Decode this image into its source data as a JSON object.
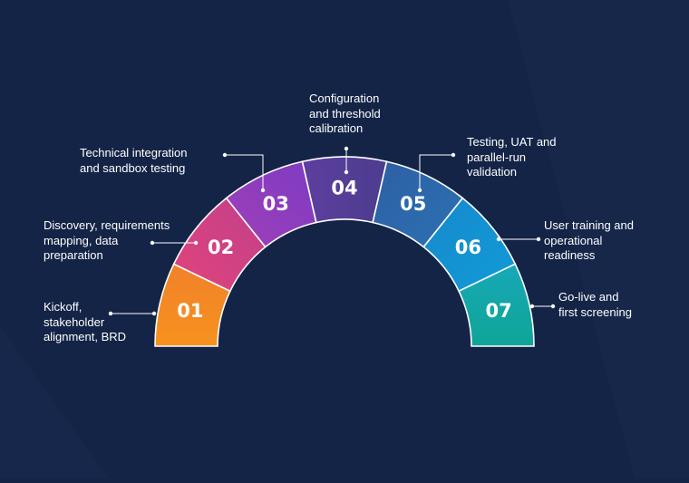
{
  "stages": [
    {
      "number": "01",
      "label": "Kickoff,\nstakeholder\nalignment, BRD",
      "color": "#f68a1f"
    },
    {
      "number": "02",
      "label": "Discovery, requirements\nmapping, data\npreparation",
      "color": "#d53f79"
    },
    {
      "number": "03",
      "label": "Technical integration\nand sandbox testing",
      "color": "#8b3bc0"
    },
    {
      "number": "04",
      "label": "Configuration\nand threshold\ncalibration",
      "color": "#5a3c94"
    },
    {
      "number": "05",
      "label": "Testing, UAT and\nparallel-run\nvalidation",
      "color": "#2a6aa8"
    },
    {
      "number": "06",
      "label": "User training and\noperational\nreadiness",
      "color": "#1191d2"
    },
    {
      "number": "07",
      "label": "Go-live and\nfirst screening",
      "color": "#10a3a0"
    }
  ]
}
